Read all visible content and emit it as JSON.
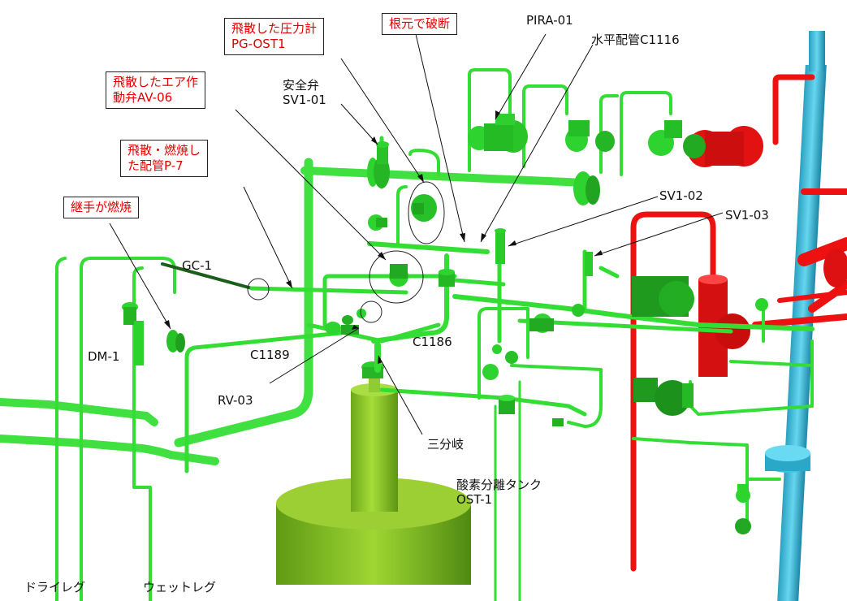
{
  "callouts": {
    "pressure_gauge": [
      "飛散した圧力計",
      "PG-OST1"
    ],
    "root_break": [
      "根元で破断"
    ],
    "air_valve": [
      "飛散したエア作",
      "動弁AV-06"
    ],
    "pipe_p7": [
      "飛散・燃焼し",
      "た配管P-7"
    ],
    "joint": [
      "継手が燃焼"
    ]
  },
  "labels": {
    "pira": "PIRA-01",
    "horizontal_pipe": "水平配管C1116",
    "safety_valve": [
      "安全弁",
      "SV1-01"
    ],
    "sv102": "SV1-02",
    "sv103": "SV1-03",
    "gc1": "GC-1",
    "dm1": "DM-1",
    "c1189": "C1189",
    "c1186": "C1186",
    "rv03": "RV-03",
    "three_way": "三分岐",
    "tank": [
      "酸素分離タンク",
      "OST-1"
    ]
  },
  "bottom": {
    "dry_leg": "ドライレグ",
    "wet_leg": "ウェットレグ"
  },
  "colors": {
    "green_pipe": "#33dd33",
    "green_dark": "#1a9a1a",
    "red_pipe": "#ee1111",
    "cyan_pipe": "#33bbdd",
    "tank": "#88cc22",
    "callout_text": "#e00000"
  }
}
